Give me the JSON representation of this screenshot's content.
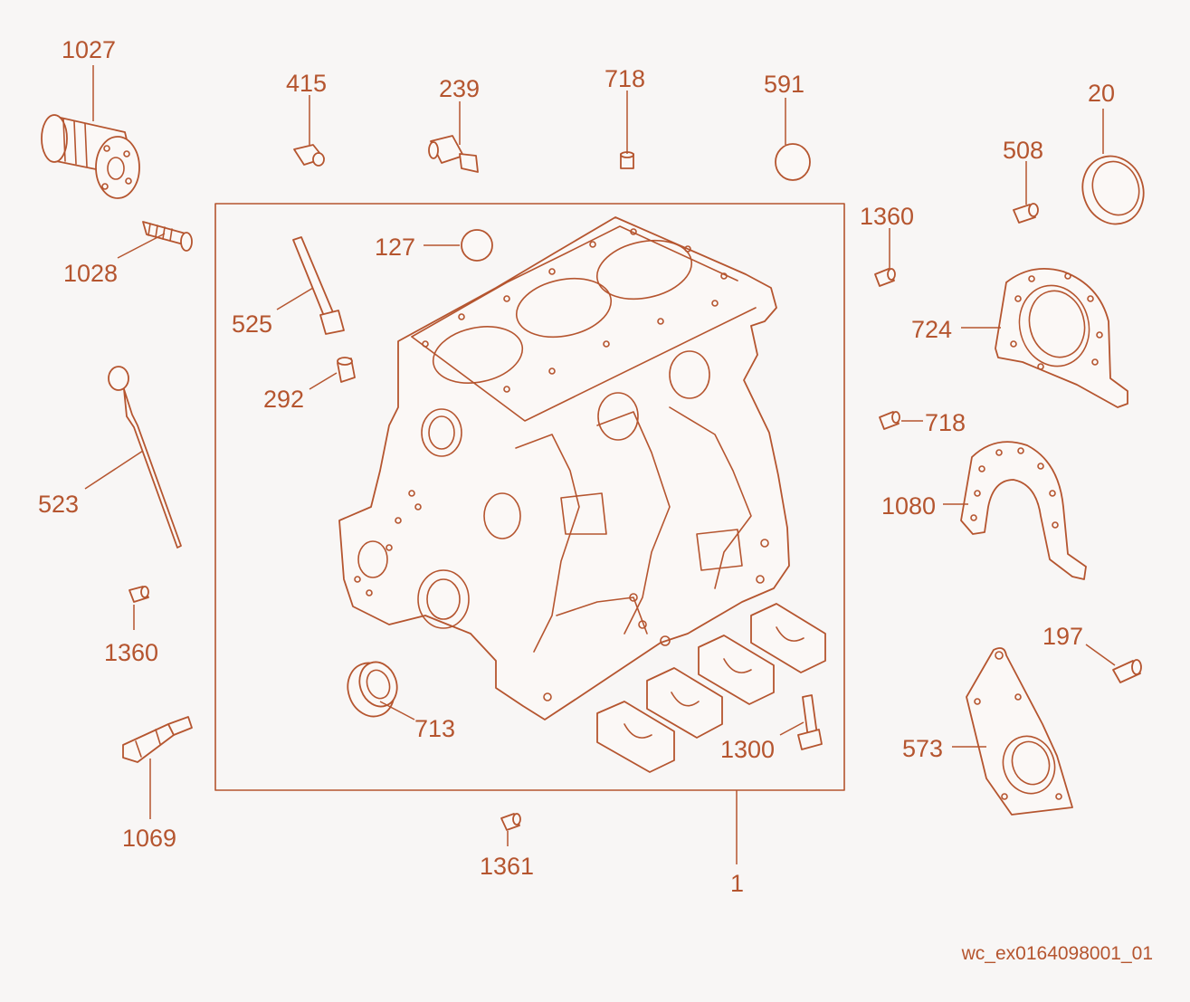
{
  "diagram": {
    "callouts": {
      "c1027": "1027",
      "c1028": "1028",
      "c523": "523",
      "c1360a": "1360",
      "c1069": "1069",
      "c415": "415",
      "c239": "239",
      "c718a": "718",
      "c591": "591",
      "c127": "127",
      "c525": "525",
      "c292": "292",
      "c713": "713",
      "c1300": "1300",
      "c1361": "1361",
      "c1": "1",
      "c1360b": "1360",
      "c508": "508",
      "c20": "20",
      "c724": "724",
      "c718b": "718",
      "c1080": "1080",
      "c197": "197",
      "c573": "573"
    },
    "drawing_code": "wc_ex0164098001_01"
  },
  "colors": {
    "line": "#b5552f",
    "background": "#f8f6f5"
  }
}
